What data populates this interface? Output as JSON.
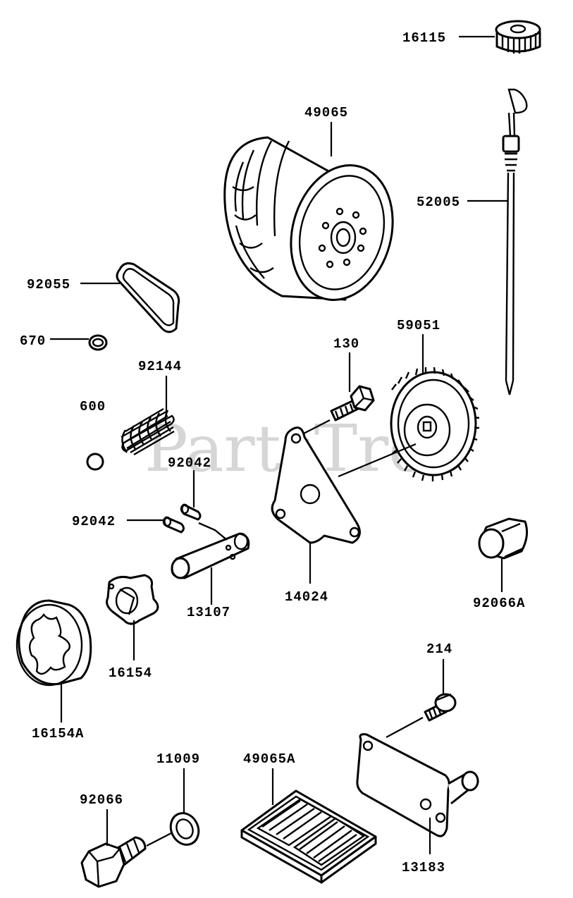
{
  "watermark": "PartsTree",
  "labels": {
    "p16115": "16115",
    "p49065": "49065",
    "p52005": "52005",
    "p92055": "92055",
    "p670": "670",
    "p92144": "92144",
    "p600": "600",
    "p92042a": "92042",
    "p92042b": "92042",
    "p130": "130",
    "p59051": "59051",
    "p14024": "14024",
    "p13107": "13107",
    "p92066A": "92066A",
    "p16154": "16154",
    "p16154A": "16154A",
    "p214": "214",
    "p11009": "11009",
    "p49065A": "49065A",
    "p92066": "92066",
    "p13183": "13183"
  }
}
